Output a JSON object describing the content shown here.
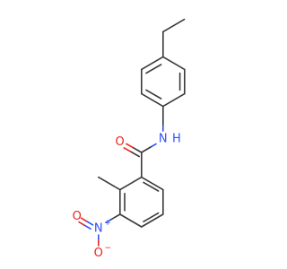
{
  "colors": {
    "carbon_bond": "#3a3a3a",
    "oxygen": "#e8261f",
    "nitrogen": "#3050f8"
  },
  "atoms": {
    "amide_n": {
      "element": "N",
      "hydrogen": "H"
    },
    "carbonyl_o": {
      "element": "O"
    },
    "nitro_n": {
      "element": "N",
      "charge": "+"
    },
    "nitro_o_double": {
      "element": "O"
    },
    "nitro_o_single": {
      "element": "O",
      "charge": "−"
    }
  }
}
